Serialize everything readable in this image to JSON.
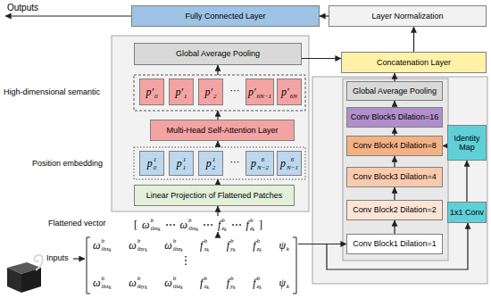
{
  "diagram": {
    "nodes": [
      {
        "text": [
          "Fully Connected Layer"
        ]
      },
      {
        "text": [
          "Layer Normalization"
        ]
      },
      {
        "text": [
          "Global Average Pooling"
        ]
      },
      {
        "text": [
          "Concatenation Layer"
        ]
      },
      {
        "text": [
          "p′",
          "0"
        ]
      },
      {
        "text": [
          "p′",
          "1"
        ]
      },
      {
        "text": [
          "p′",
          "2"
        ]
      },
      {
        "text": [
          "p′",
          "6N−1"
        ]
      },
      {
        "text": [
          "p′",
          "6N"
        ]
      },
      {
        "text": [
          "Global Average Pooling"
        ]
      },
      {
        "text": [
          "Conv Block5 Dilation=16"
        ]
      },
      {
        "text": [
          "Multi-Head Self-Attention Layer"
        ]
      },
      {
        "text": [
          "Conv Block4 Dilation=8"
        ]
      },
      {
        "text": [
          "Identity Map"
        ]
      },
      {
        "text": [
          "p",
          "1",
          "0"
        ]
      },
      {
        "text": [
          "p",
          "1",
          "1"
        ]
      },
      {
        "text": [
          "p",
          "1",
          "2"
        ]
      },
      {
        "text": [
          "p",
          "6",
          "N−2"
        ]
      },
      {
        "text": [
          "p",
          "6",
          "N−1"
        ]
      },
      {
        "text": [
          "Conv Block3 Dilation=4"
        ]
      },
      {
        "text": [
          "Linear Projection of Flattened Patches"
        ]
      },
      {
        "text": [
          "Conv Block2 Dilation=2"
        ]
      },
      {
        "text": [
          "1x1 Conv"
        ]
      },
      {
        "text": [
          "Conv Block1 Dilation=1"
        ]
      }
    ],
    "edges": [
      {
        "from": 1,
        "to": 0,
        "arrow": "to"
      },
      {
        "from": 3,
        "to": 1,
        "arrow": "to"
      },
      {
        "from": 2,
        "to": 3,
        "arrow": "to"
      },
      {
        "from": 9,
        "to": 3,
        "arrow": "to"
      },
      {
        "from": 10,
        "to": 9,
        "arrow": "to"
      },
      {
        "from": 12,
        "to": 10,
        "arrow": "to"
      },
      {
        "from": 19,
        "to": 12,
        "arrow": "to"
      },
      {
        "from": 21,
        "to": 19,
        "arrow": "to"
      },
      {
        "from": 23,
        "to": 21,
        "arrow": "to"
      },
      {
        "from": 22,
        "to": 13,
        "arrow": "to"
      },
      {
        "from": 13,
        "to": 12,
        "arrow": "to"
      }
    ],
    "labels": [
      "Outputs",
      "High-dimensional semantic",
      "Position embedding",
      "Flattened vector",
      "Inputs",
      "⋯",
      "⋯",
      "[",
      "ω",
      "b",
      "ibx",
      "k",
      "⋯",
      "ω",
      "b",
      "ibx",
      "k",
      "⋯",
      "f",
      "b",
      "z",
      "k",
      "⋯",
      "f",
      "b",
      "z",
      "k",
      "]",
      "ω",
      "b",
      "ibx",
      "k",
      "ω",
      "b",
      "iby",
      "k",
      "ω",
      "b",
      "ibz",
      "k",
      "f",
      "b",
      "x",
      "k",
      "f",
      "b",
      "y",
      "k",
      "f",
      "b",
      "z",
      "k",
      "ψ",
      "k",
      "⋮",
      "ω",
      "b",
      "ibx",
      "k",
      "ω",
      "b",
      "iby",
      "k",
      "ω",
      "b",
      "ibz",
      "k",
      "f",
      "b",
      "x",
      "k",
      "f",
      "b",
      "y",
      "k",
      "f",
      "b",
      "z",
      "k",
      "ψ",
      "k"
    ]
  }
}
